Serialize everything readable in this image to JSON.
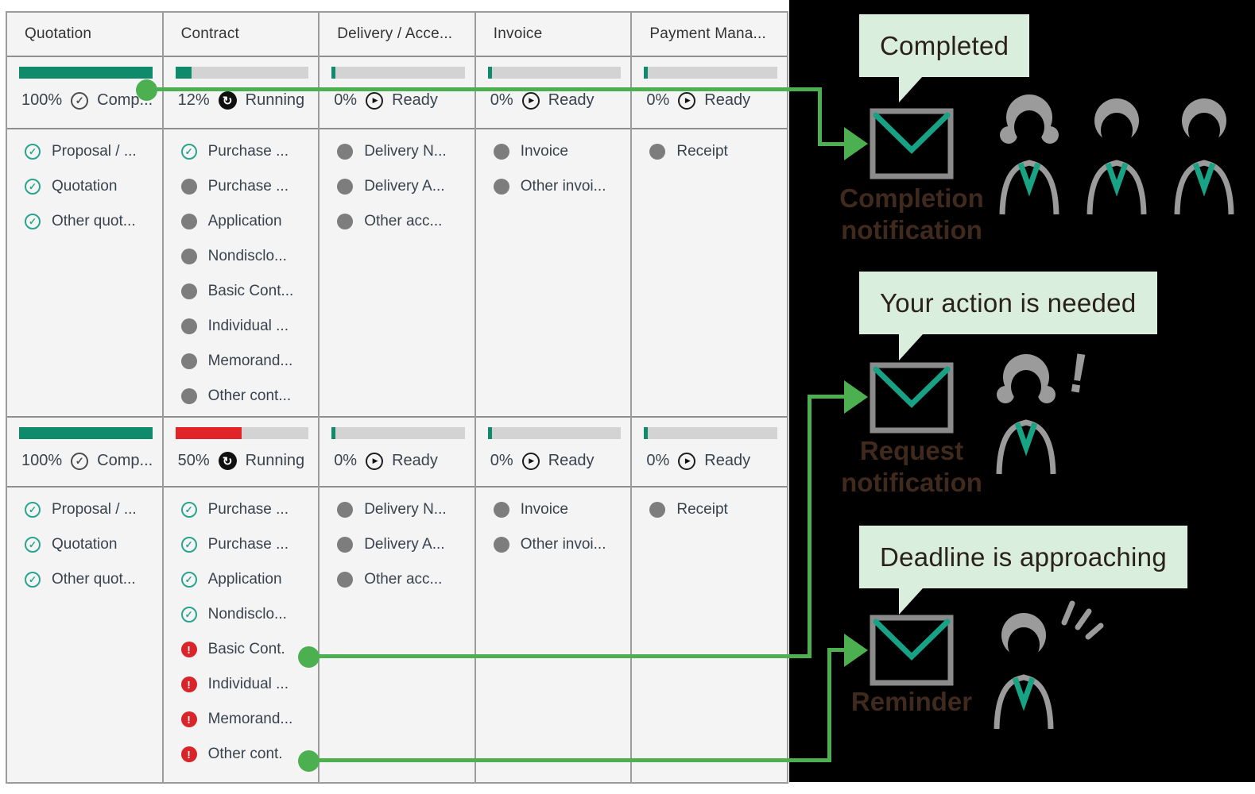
{
  "colors": {
    "accent_green": "#4cb050",
    "progress_teal": "#0f8b6c",
    "progress_red": "#e02428",
    "bubble_mint": "#daeedd",
    "panel_black": "#000000",
    "item_gray": "#7d7d7d",
    "alert_red": "#d7252a",
    "check_teal": "#2aa48e"
  },
  "icons": {
    "check": "✓",
    "refresh": "↻",
    "play": "▶",
    "exclamation": "!"
  },
  "pipeline": {
    "headers": [
      "Quotation",
      "Contract",
      "Delivery / Acce...",
      "Invoice",
      "Payment Mana..."
    ],
    "sections": [
      {
        "name": "project-1",
        "progress": [
          {
            "pct": "100%",
            "status": "Comp...",
            "icon": "complete",
            "fill": 100,
            "fill_color": "teal"
          },
          {
            "pct": "12%",
            "status": "Running",
            "icon": "running",
            "fill": 12,
            "fill_color": "teal"
          },
          {
            "pct": "0%",
            "status": "Ready",
            "icon": "ready",
            "fill": 3,
            "fill_color": "teal"
          },
          {
            "pct": "0%",
            "status": "Ready",
            "icon": "ready",
            "fill": 3,
            "fill_color": "teal"
          },
          {
            "pct": "0%",
            "status": "Ready",
            "icon": "ready",
            "fill": 3,
            "fill_color": "teal"
          }
        ],
        "items": [
          [
            {
              "label": "Proposal / ...",
              "state": "done"
            },
            {
              "label": "Quotation",
              "state": "done"
            },
            {
              "label": "Other quot...",
              "state": "done"
            }
          ],
          [
            {
              "label": "Purchase ...",
              "state": "done"
            },
            {
              "label": "Purchase ...",
              "state": "pending"
            },
            {
              "label": "Application",
              "state": "pending"
            },
            {
              "label": "Nondisclo...",
              "state": "pending"
            },
            {
              "label": "Basic Cont...",
              "state": "pending"
            },
            {
              "label": "Individual ...",
              "state": "pending"
            },
            {
              "label": "Memorand...",
              "state": "pending"
            },
            {
              "label": "Other cont...",
              "state": "pending"
            }
          ],
          [
            {
              "label": "Delivery N...",
              "state": "pending"
            },
            {
              "label": "Delivery A...",
              "state": "pending"
            },
            {
              "label": "Other acc...",
              "state": "pending"
            }
          ],
          [
            {
              "label": "Invoice",
              "state": "pending"
            },
            {
              "label": "Other invoi...",
              "state": "pending"
            }
          ],
          [
            {
              "label": "Receipt",
              "state": "pending"
            }
          ]
        ]
      },
      {
        "name": "project-2",
        "progress": [
          {
            "pct": "100%",
            "status": "Comp...",
            "icon": "complete",
            "fill": 100,
            "fill_color": "teal"
          },
          {
            "pct": "50%",
            "status": "Running",
            "icon": "running",
            "fill": 50,
            "fill_color": "red"
          },
          {
            "pct": "0%",
            "status": "Ready",
            "icon": "ready",
            "fill": 3,
            "fill_color": "teal"
          },
          {
            "pct": "0%",
            "status": "Ready",
            "icon": "ready",
            "fill": 3,
            "fill_color": "teal"
          },
          {
            "pct": "0%",
            "status": "Ready",
            "icon": "ready",
            "fill": 3,
            "fill_color": "teal"
          }
        ],
        "items": [
          [
            {
              "label": "Proposal / ...",
              "state": "done"
            },
            {
              "label": "Quotation",
              "state": "done"
            },
            {
              "label": "Other quot...",
              "state": "done"
            }
          ],
          [
            {
              "label": "Purchase ...",
              "state": "done"
            },
            {
              "label": "Purchase ...",
              "state": "done"
            },
            {
              "label": "Application",
              "state": "done"
            },
            {
              "label": "Nondisclo...",
              "state": "done"
            },
            {
              "label": "Basic Cont.",
              "state": "alert"
            },
            {
              "label": "Individual ...",
              "state": "alert"
            },
            {
              "label": "Memorand...",
              "state": "alert"
            },
            {
              "label": "Other cont.",
              "state": "alert"
            }
          ],
          [
            {
              "label": "Delivery N...",
              "state": "pending"
            },
            {
              "label": "Delivery A...",
              "state": "pending"
            },
            {
              "label": "Other acc...",
              "state": "pending"
            }
          ],
          [
            {
              "label": "Invoice",
              "state": "pending"
            },
            {
              "label": "Other invoi...",
              "state": "pending"
            }
          ],
          [
            {
              "label": "Receipt",
              "state": "pending"
            }
          ]
        ]
      }
    ]
  },
  "notifications": [
    {
      "bubble": "Completed",
      "caption": "Completion notification",
      "icon": "envelope-icon",
      "audience": "three-people"
    },
    {
      "bubble": "Your action is needed",
      "caption": "Request notification",
      "icon": "envelope-icon",
      "audience": "one-person-exclamation"
    },
    {
      "bubble": "Deadline is approaching",
      "caption": "Reminder",
      "icon": "envelope-icon",
      "audience": "one-person-alert"
    }
  ]
}
